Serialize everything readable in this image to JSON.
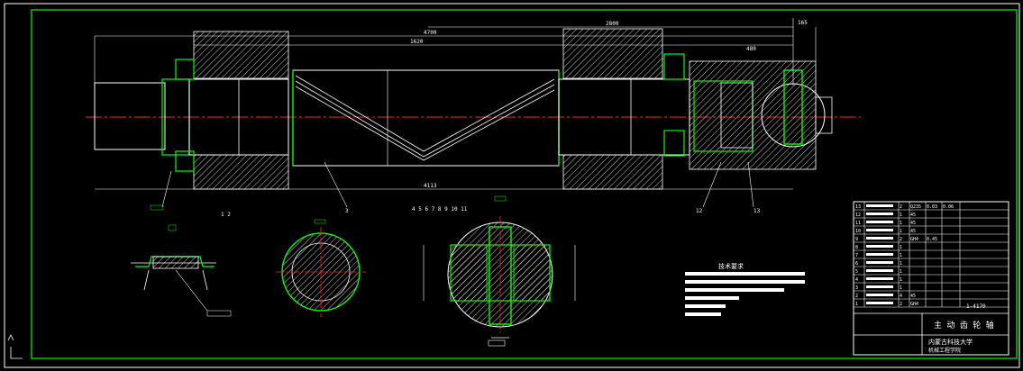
{
  "drawing": {
    "dims": {
      "overall_length": "4700",
      "upper_span": "2800",
      "span_center": "1620",
      "bottom_length": "4113",
      "right_offset": "165",
      "right_small": "480"
    },
    "labels": {
      "section_a": "1  2",
      "part_3": "3",
      "part_12": "12",
      "part_13": "13",
      "sec_top": "4   5   6   7   8   9  10  11"
    },
    "tech_req_title": "技术要求",
    "title_block": {
      "part_name": "主 动 齿 轮 轴",
      "drawing_no": "1-4170",
      "school": "内蒙古科技大学",
      "dept": "机械工程学院",
      "rows": [
        {
          "no": "13",
          "qty": "2",
          "mat": "Q235",
          "w1": "0.03",
          "w2": "0.06"
        },
        {
          "no": "12",
          "qty": "1",
          "mat": "45",
          "w1": "",
          "w2": ""
        },
        {
          "no": "11",
          "qty": "1",
          "mat": "45",
          "w1": "",
          "w2": ""
        },
        {
          "no": "10",
          "qty": "1",
          "mat": "45",
          "w1": "",
          "w2": ""
        },
        {
          "no": "9",
          "qty": "2",
          "mat": "GH4",
          "w1": "0.45",
          "w2": ""
        },
        {
          "no": "8",
          "qty": "1",
          "mat": "",
          "w1": "",
          "w2": ""
        },
        {
          "no": "7",
          "qty": "1",
          "mat": "",
          "w1": "",
          "w2": ""
        },
        {
          "no": "6",
          "qty": "1",
          "mat": "",
          "w1": "",
          "w2": ""
        },
        {
          "no": "5",
          "qty": "1",
          "mat": "",
          "w1": "",
          "w2": ""
        },
        {
          "no": "4",
          "qty": "1",
          "mat": "",
          "w1": "",
          "w2": ""
        },
        {
          "no": "3",
          "qty": "1",
          "mat": "",
          "w1": "",
          "w2": ""
        },
        {
          "no": "2",
          "qty": "4",
          "mat": "45",
          "w1": "",
          "w2": ""
        },
        {
          "no": "1",
          "qty": "2",
          "mat": "GH4",
          "w1": "",
          "w2": ""
        }
      ]
    }
  }
}
